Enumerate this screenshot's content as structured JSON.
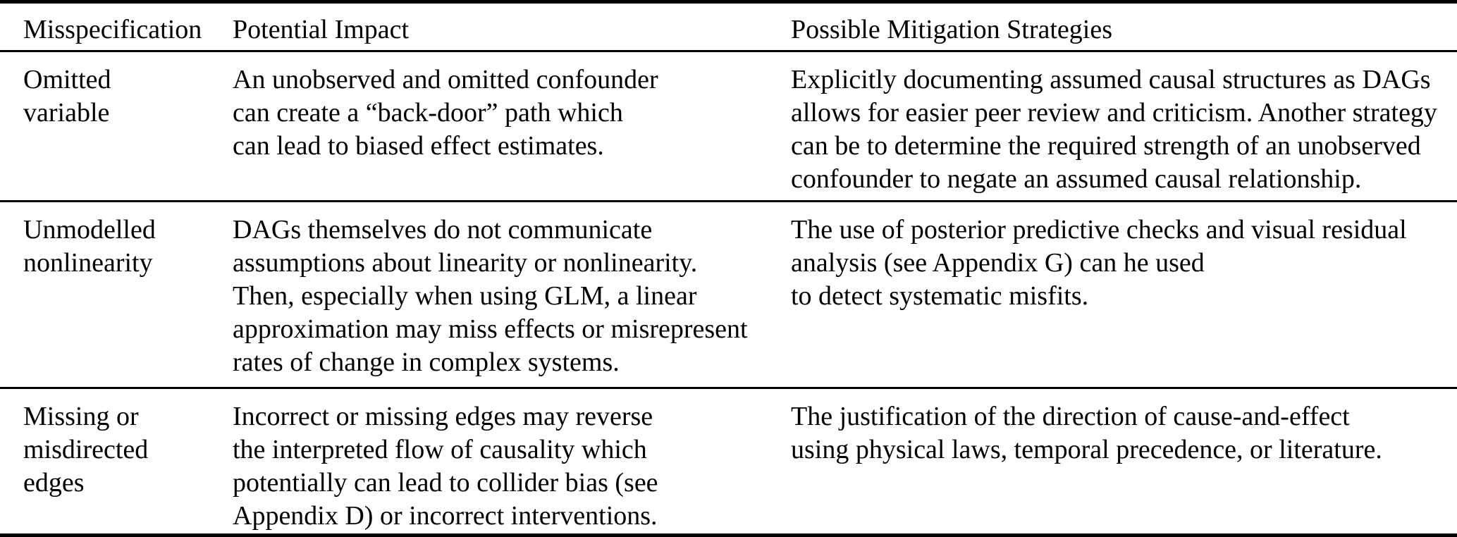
{
  "table": {
    "columns": [
      {
        "label": "Misspecification"
      },
      {
        "label": "Potential Impact"
      },
      {
        "label": "Possible Mitigation Strategies"
      }
    ],
    "rows": [
      {
        "misspecification": [
          "Omitted",
          "variable"
        ],
        "impact": [
          "An unobserved and omitted confounder",
          "can create a “back-door” path which",
          "can lead to biased effect estimates."
        ],
        "mitigation": [
          "Explicitly documenting assumed causal structures as DAGs",
          "allows for easier peer review and criticism. Another strategy",
          "can be to determine the required strength of an unobserved",
          "confounder to negate an assumed causal relationship."
        ]
      },
      {
        "misspecification": [
          "Unmodelled",
          "nonlinearity"
        ],
        "impact": [
          "DAGs themselves do not communicate",
          "assumptions about linearity or nonlinearity.",
          "Then, especially when using GLM, a linear",
          "approximation may miss effects or misrepresent",
          "rates of change in complex systems."
        ],
        "mitigation": [
          "The use of posterior predictive checks and visual residual",
          "analysis (see Appendix G) can he used",
          "to detect systematic misfits."
        ]
      },
      {
        "misspecification": [
          "Missing or",
          "misdirected",
          "edges"
        ],
        "impact": [
          "Incorrect or missing edges may reverse",
          "the interpreted flow of causality which",
          "potentially can lead to collider bias (see",
          "Appendix D) or incorrect interventions."
        ],
        "mitigation": [
          "The justification of the direction of cause-and-effect",
          "using physical laws, temporal precedence, or literature."
        ]
      }
    ],
    "colors": {
      "text": "#000000",
      "background": "#ffffff",
      "rule": "#000000"
    }
  }
}
